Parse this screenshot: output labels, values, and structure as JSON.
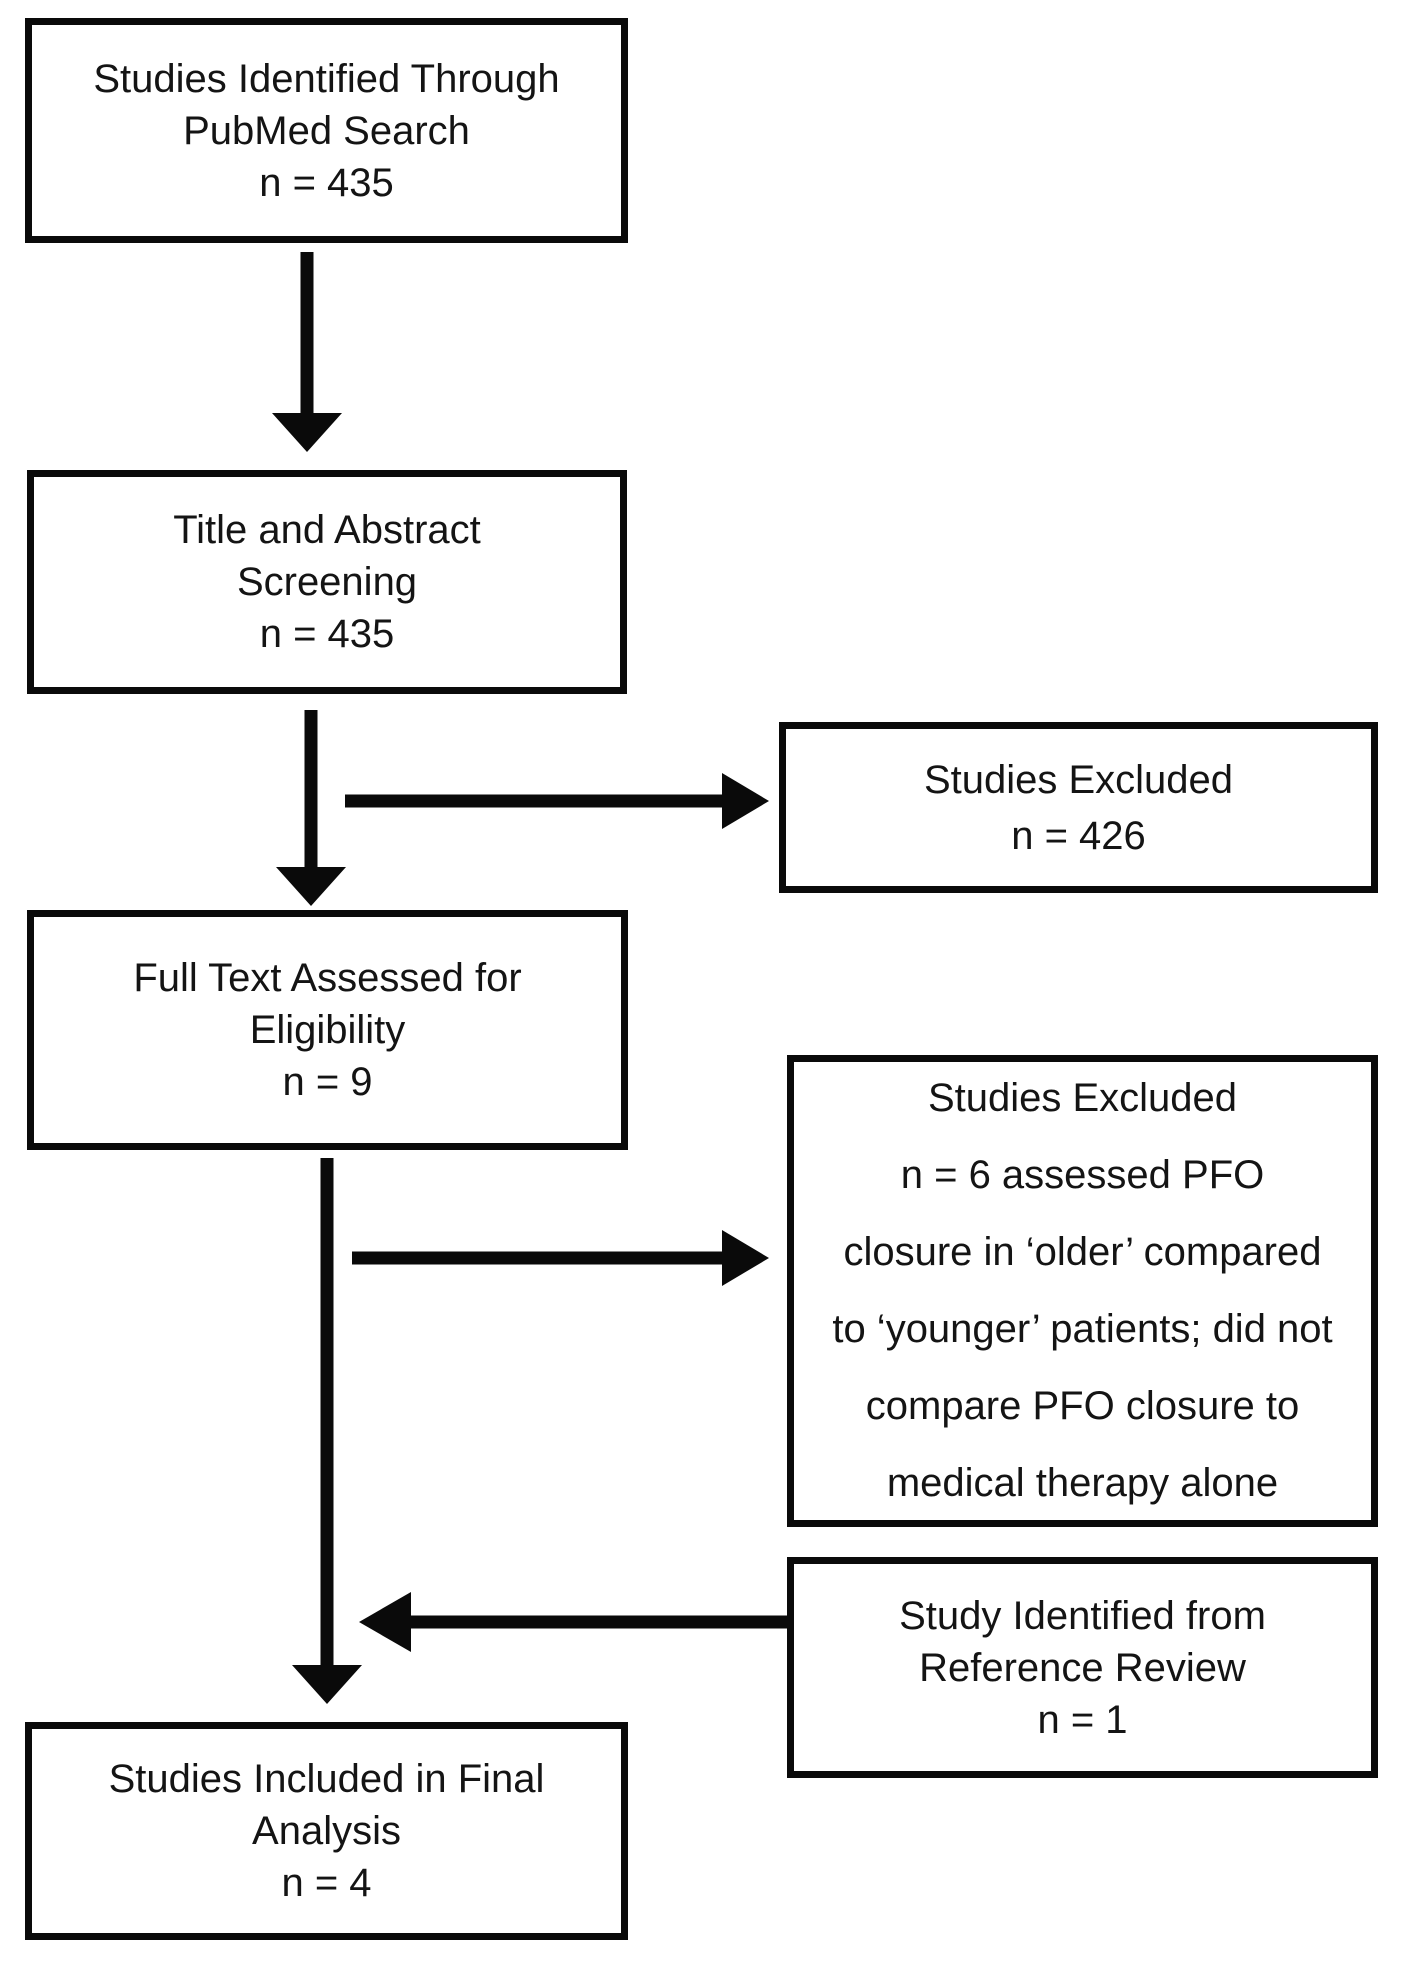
{
  "figure": {
    "background_color": "#ffffff",
    "line_color": "#0a0a0a",
    "text_color": "#141414"
  },
  "boxes": {
    "identified": {
      "lines": [
        "Studies Identified Through",
        "PubMed Search",
        "n = 435"
      ]
    },
    "screening": {
      "lines": [
        "Title and Abstract",
        "Screening",
        "n = 435"
      ]
    },
    "full_text": {
      "lines": [
        "Full Text Assessed for",
        "Eligibility",
        "n = 9"
      ]
    },
    "excluded_screening": {
      "lines": [
        "Studies Excluded",
        "n = 426"
      ]
    },
    "excluded_full_text": {
      "lines": [
        "Studies Excluded",
        "n = 6 assessed PFO",
        "closure in ‘older’ compared",
        "to ‘younger’ patients; did not",
        "compare PFO closure to",
        "medical therapy alone"
      ]
    },
    "reference": {
      "lines": [
        "Study Identified from",
        "Reference Review",
        "n = 1"
      ]
    },
    "included": {
      "lines": [
        "Studies Included in Final",
        "Analysis",
        "n = 4"
      ]
    }
  },
  "flow": [
    {
      "from": "identified",
      "to": "screening",
      "type": "arrow-down"
    },
    {
      "from": "screening",
      "to": "full_text",
      "type": "arrow-down"
    },
    {
      "from": "screening",
      "to": "excluded_screening",
      "type": "arrow-right"
    },
    {
      "from": "full_text",
      "to": "excluded_full_text",
      "type": "arrow-right"
    },
    {
      "from": "full_text",
      "to": "included",
      "type": "arrow-down"
    },
    {
      "from": "reference",
      "to": "main_flow",
      "type": "arrow-left"
    }
  ]
}
